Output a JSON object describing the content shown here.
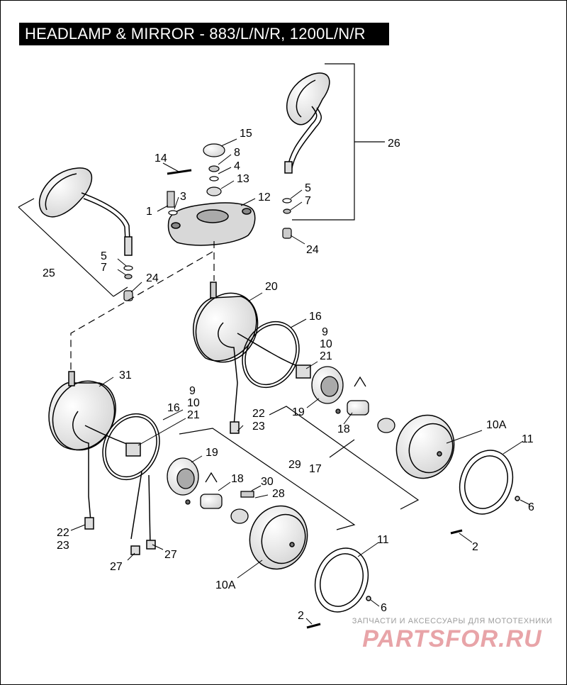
{
  "title": "HEADLAMP & MIRROR - 883/L/N/R, 1200L/N/R",
  "callouts": {
    "c1": "1",
    "c2a": "2",
    "c2b": "2",
    "c3": "3",
    "c4": "4",
    "c5a": "5",
    "c5b": "5",
    "c6a": "6",
    "c6b": "6",
    "c7a": "7",
    "c7b": "7",
    "c8": "8",
    "c9a": "9",
    "c9b": "9",
    "c10a": "10",
    "c10b": "10",
    "c10Aa": "10A",
    "c10Ab": "10A",
    "c11a": "11",
    "c11b": "11",
    "c12": "12",
    "c13": "13",
    "c14": "14",
    "c15": "15",
    "c16a": "16",
    "c16b": "16",
    "c17": "17",
    "c18a": "18",
    "c18b": "18",
    "c19a": "19",
    "c19b": "19",
    "c20": "20",
    "c21a": "21",
    "c21b": "21",
    "c22a": "22",
    "c22b": "22",
    "c23a": "23",
    "c23b": "23",
    "c24a": "24",
    "c24b": "24",
    "c25": "25",
    "c26": "26",
    "c27a": "27",
    "c27b": "27",
    "c28": "28",
    "c29": "29",
    "c30": "30",
    "c31": "31"
  },
  "watermark": {
    "tagline": "ЗАПЧАСТИ И АКСЕССУАРЫ ДЛЯ МОТОТЕХНИКИ",
    "brand": "PARTSFOR.RU",
    "brand_color": "#e8a4a8",
    "tagline_color": "#9c9c9c"
  }
}
